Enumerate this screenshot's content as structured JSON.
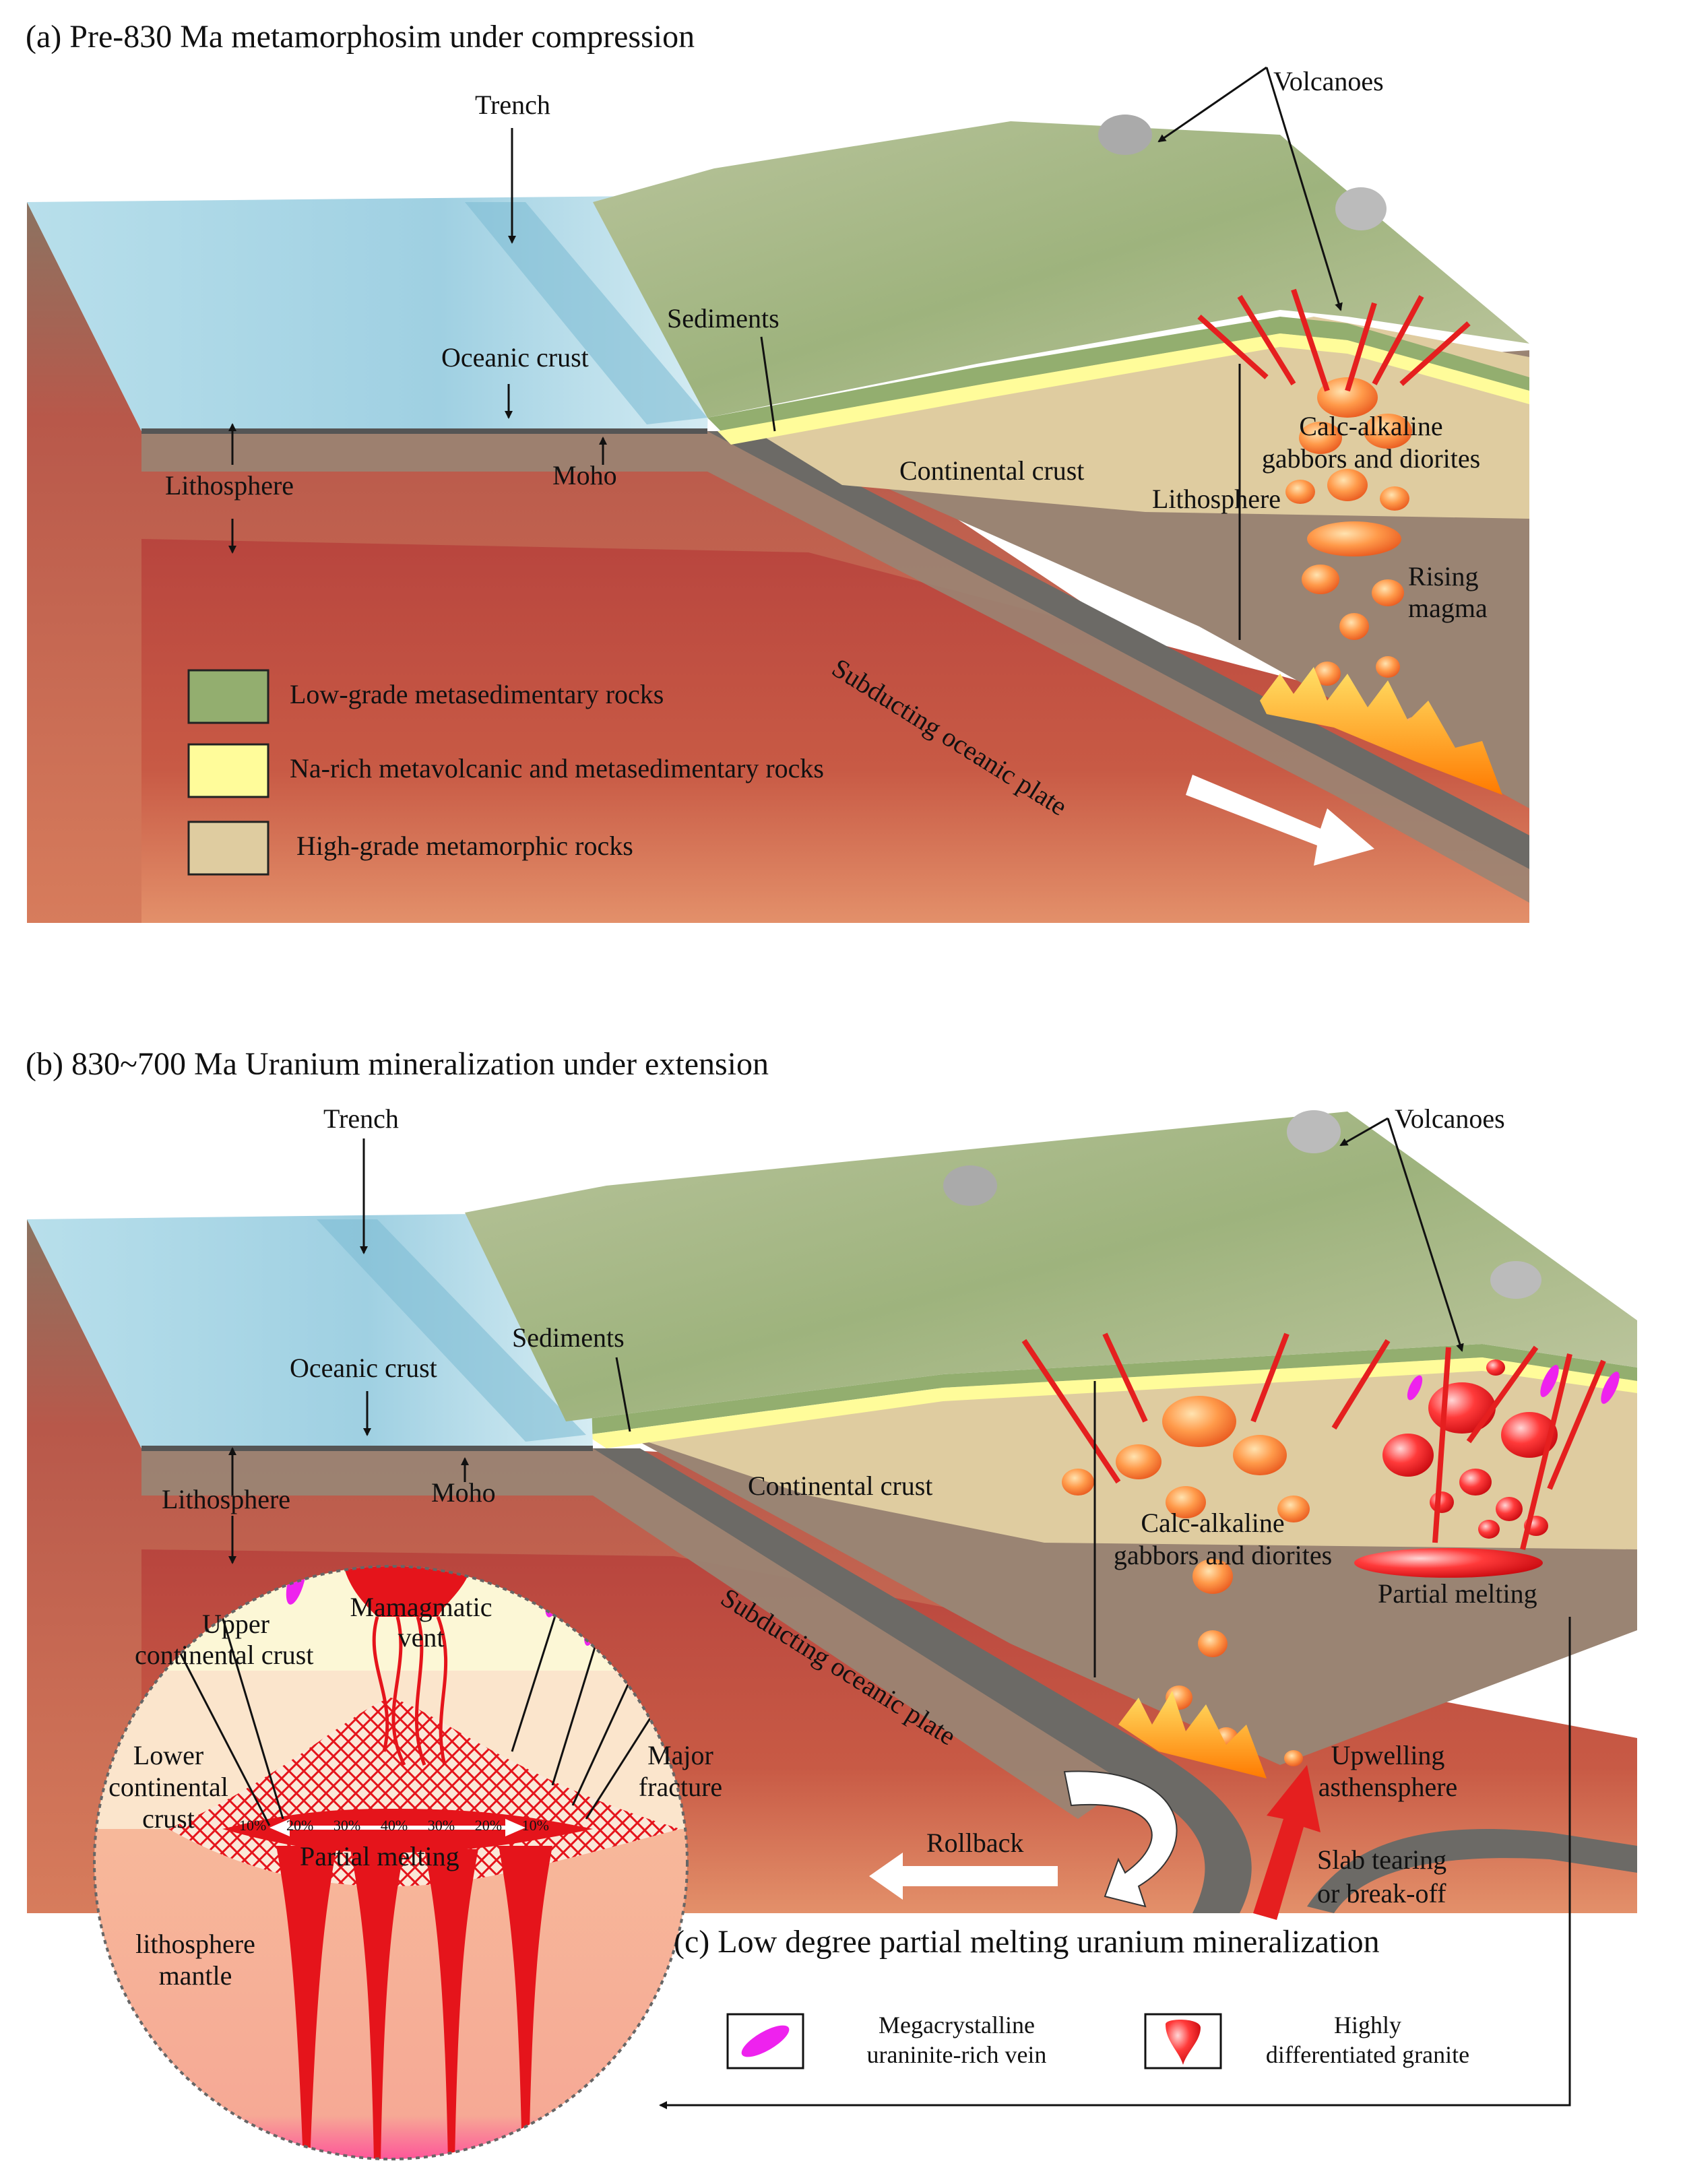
{
  "panel_a": {
    "title": "(a) Pre-830 Ma metamorphosim under compression",
    "labels": {
      "trench": "Trench",
      "volcanoes": "Volcanoes",
      "sediments": "Sediments",
      "oceanic_crust": "Oceanic crust",
      "lithosphere_left": "Lithosphere",
      "moho": "Moho",
      "continental_crust": "Continental crust",
      "calc_alkaline_1": "Calc-alkaline",
      "calc_alkaline_2": "gabbors and diorites",
      "lithosphere_right": "Lithosphere",
      "rising_1": "Rising",
      "rising_2": "magma",
      "subducting": "Subducting oceanic plate"
    },
    "legend": [
      {
        "label": "Low-grade metasedimentary rocks",
        "color": "#93ae6f"
      },
      {
        "label": "Na-rich metavolcanic and metasedimentary rocks",
        "color": "#fffc9a"
      },
      {
        "label": "High-grade metamorphic rocks",
        "color": "#dfcca0"
      }
    ]
  },
  "panel_b": {
    "title": "(b) 830~700 Ma  Uranium mineralization under extension",
    "labels": {
      "trench": "Trench",
      "volcanoes": "Volcanoes",
      "sediments": "Sediments",
      "oceanic_crust": "Oceanic crust",
      "lithosphere": "Lithosphere",
      "moho": "Moho",
      "continental_crust": "Continental crust",
      "calc_alkaline_1": "Calc-alkaline",
      "calc_alkaline_2": "gabbors and diorites",
      "partial_melting": "Partial melting",
      "subducting": "Subducting oceanic plate",
      "upwelling_1": "Upwelling",
      "upwelling_2": "asthensphere",
      "rollback": "Rollback",
      "slab_1": "Slab tearing",
      "slab_2": "or break-off"
    }
  },
  "inset": {
    "upper_crust_1": "Upper",
    "upper_crust_2": "continental crust",
    "vent_1": "Mamagmatic",
    "vent_2": "vent",
    "lower_crust_1": "Lower",
    "lower_crust_2": "continental",
    "lower_crust_3": "crust",
    "major_fracture_1": "Major",
    "major_fracture_2": "fracture",
    "partial_melting": "Partial melting",
    "mantle_1": "lithosphere",
    "mantle_2": "mantle",
    "percents": [
      "10%",
      "20%",
      "30%",
      "40%",
      "30%",
      "20%",
      "10%"
    ]
  },
  "panel_c": {
    "title": "(c) Low degree partial melting uranium mineralization",
    "legend": [
      {
        "label_1": "Megacrystalline",
        "label_2": "uraninite-rich vein",
        "icon": "magenta-vein-icon"
      },
      {
        "label_1": "Highly",
        "label_2": "differentiated granite",
        "icon": "red-drop-icon"
      }
    ]
  },
  "colors": {
    "ocean": "#a9d6e6",
    "land": "#a9b98a",
    "crust_tan": "#dfcca0",
    "lithosphere_brown": "#9a8473",
    "mantle_red": "#c04a3f",
    "melt_red": "#e8141c",
    "uraninite_magenta": "#ee22ee",
    "arrow_white": "#ffffff"
  }
}
